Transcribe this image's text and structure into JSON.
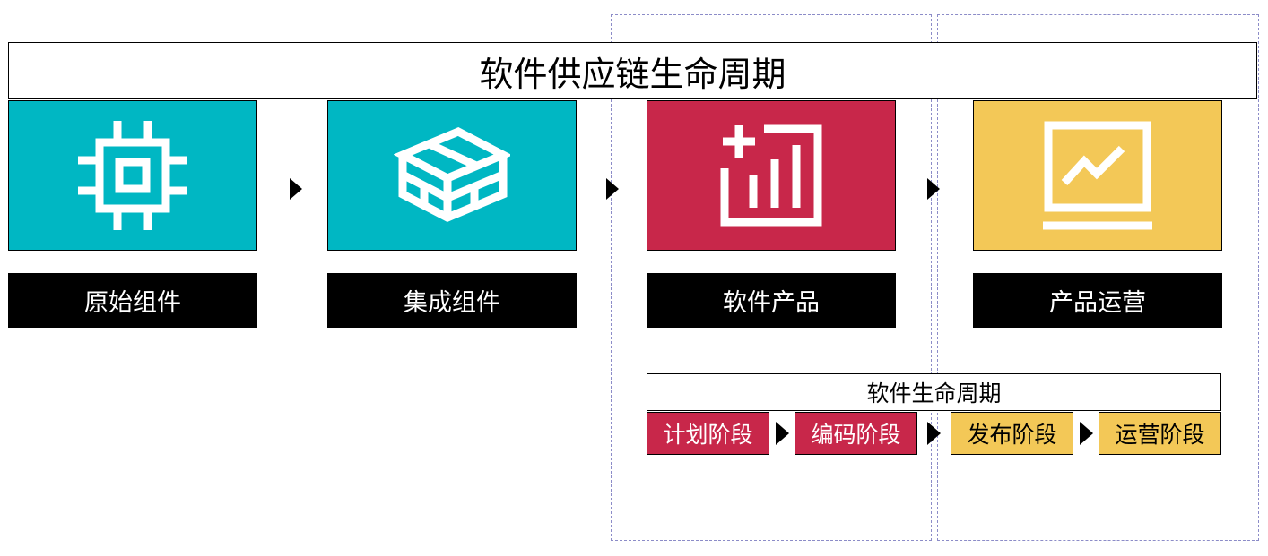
{
  "title": "软件供应链生命周期",
  "stages": [
    {
      "label": "原始组件",
      "icon": "chip-icon",
      "color": "#00b7c3"
    },
    {
      "label": "集成组件",
      "icon": "stacked-boxes-icon",
      "color": "#00b7c3"
    },
    {
      "label": "软件产品",
      "icon": "bar-chart-icon",
      "color": "#c8274a"
    },
    {
      "label": "产品运营",
      "icon": "line-chart-monitor-icon",
      "color": "#f3c857"
    }
  ],
  "lifecycle": {
    "title": "软件生命周期",
    "phases": [
      {
        "label": "计划阶段",
        "color": "#c8274a",
        "text_color": "#ffffff"
      },
      {
        "label": "编码阶段",
        "color": "#c8274a",
        "text_color": "#ffffff"
      },
      {
        "label": "发布阶段",
        "color": "#f3c857",
        "text_color": "#000000"
      },
      {
        "label": "运营阶段",
        "color": "#f3c857",
        "text_color": "#000000"
      }
    ]
  }
}
